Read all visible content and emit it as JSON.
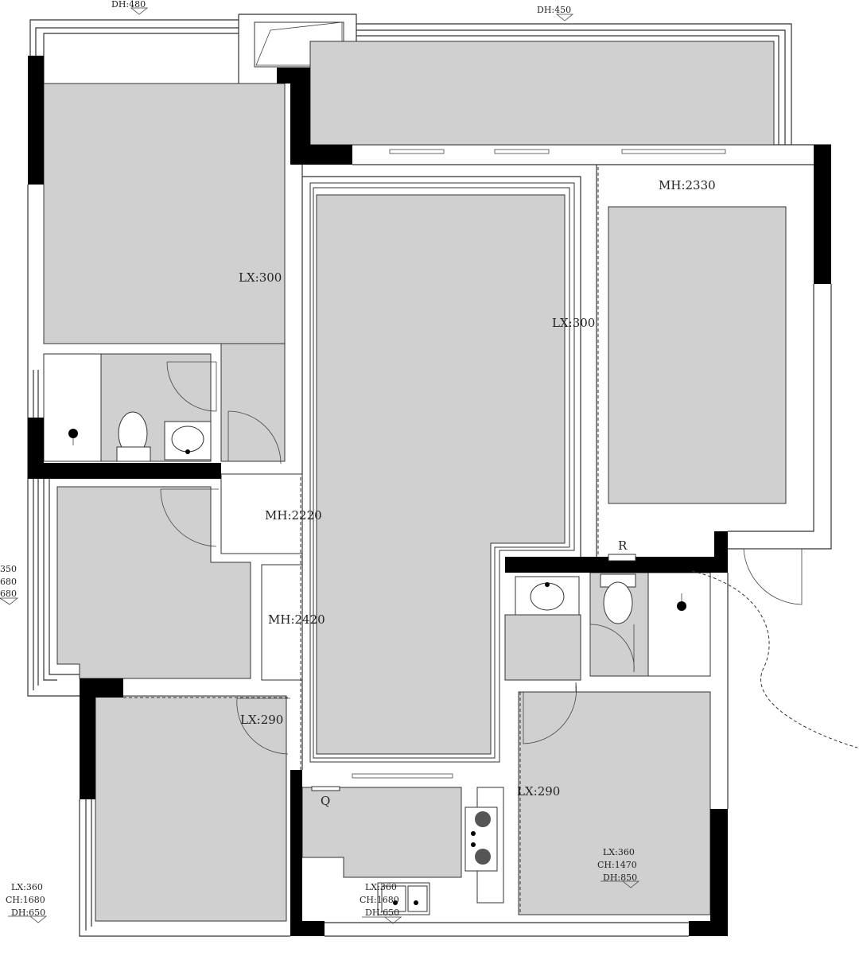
{
  "colors": {
    "room_fill": "#d0d0d0",
    "wall": "#000000",
    "line": "#333333"
  },
  "labels": {
    "dh_top_left": "DH:480",
    "dh_top_right": "DH:450",
    "mh_right_bedroom": "MH:2330",
    "lx_top_left_bedroom": "LX:300",
    "lx_living": "LX:300",
    "mh_corridor_1": "MH:2220",
    "mh_corridor_2": "MH:2420",
    "lx_bottom_left_bedroom": "LX:290",
    "lx_bottom_right_bedroom": "LX:290",
    "r_marker": "R",
    "q_marker": "Q",
    "left_edge": [
      "350",
      "680",
      "680"
    ],
    "bottom_right_window": [
      "LX:360",
      "CH:1470",
      "DH:850"
    ],
    "bottom_left_window": [
      "LX:360",
      "CH:1680",
      "DH:650"
    ],
    "kitchen_window": [
      "LX:360",
      "CH:1680",
      "DH:650"
    ]
  },
  "icons": [
    "toilet-icon",
    "sink-icon",
    "floor-drain-icon",
    "stove-icon",
    "level-marker-icon",
    "door-swing-icon"
  ]
}
